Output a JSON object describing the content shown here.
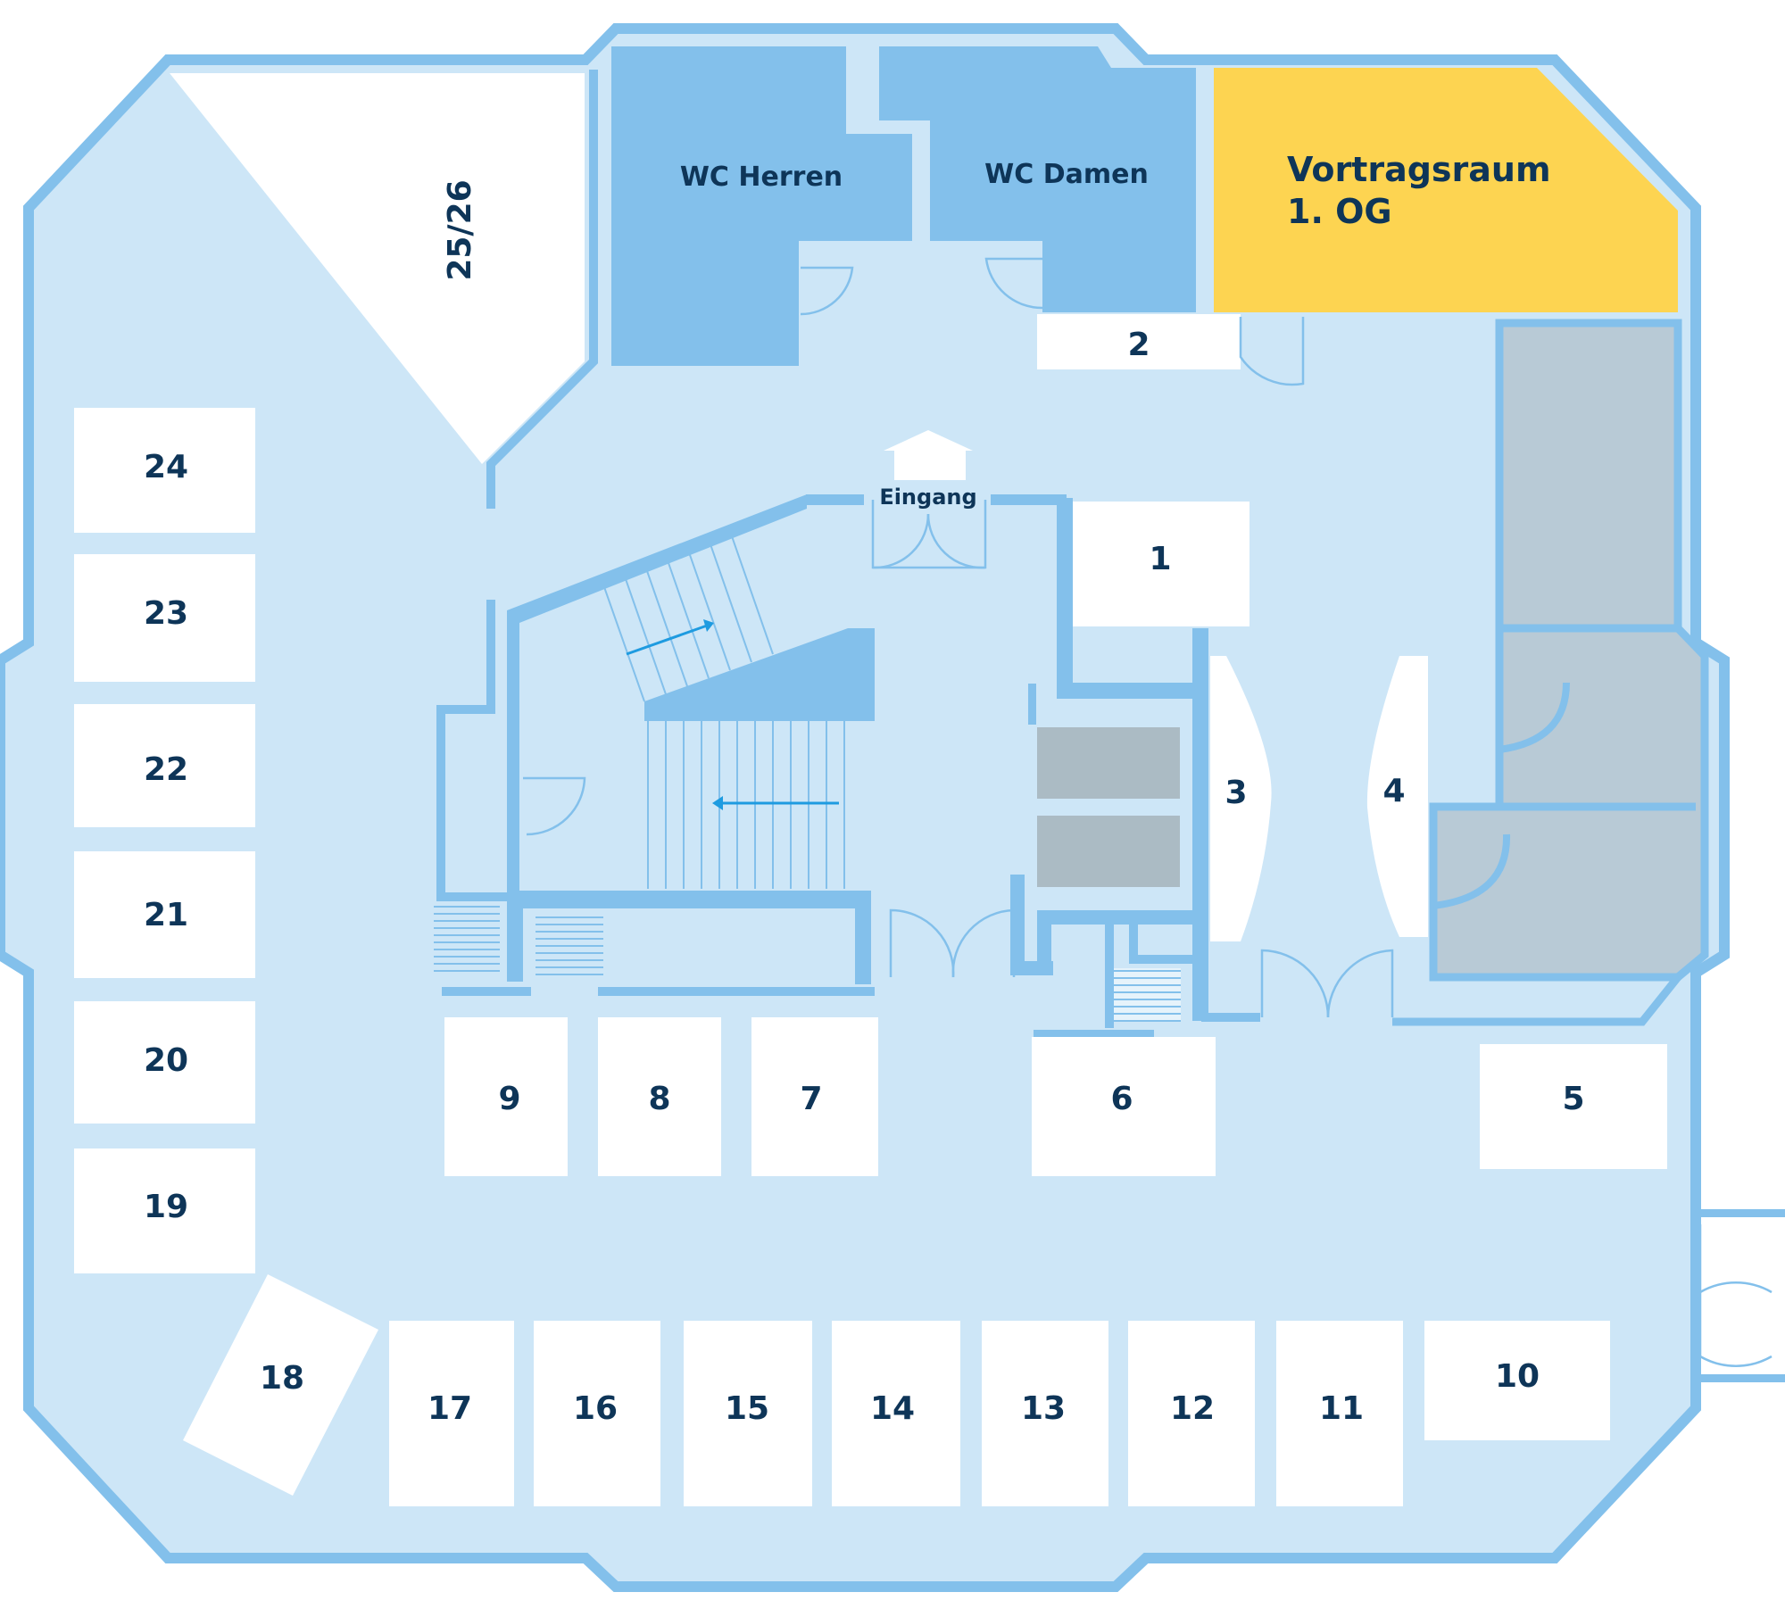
{
  "rooms": {
    "wc_herren": "WC Herren",
    "wc_damen": "WC Damen",
    "vortragsraum_line1": "Vortragsraum",
    "vortragsraum_line2": "1. OG",
    "eingang": "Eingang"
  },
  "booths": {
    "b1": "1",
    "b2": "2",
    "b3": "3",
    "b4": "4",
    "b5": "5",
    "b6": "6",
    "b7": "7",
    "b8": "8",
    "b9": "9",
    "b10": "10",
    "b11": "11",
    "b12": "12",
    "b13": "13",
    "b14": "14",
    "b15": "15",
    "b16": "16",
    "b17": "17",
    "b18": "18",
    "b19": "19",
    "b20": "20",
    "b21": "21",
    "b22": "22",
    "b23": "23",
    "b24": "24",
    "b2526": "25/26"
  },
  "colors": {
    "floor": "#cde6f7",
    "wall": "#83c0eb",
    "wc": "#83c0eb",
    "lecture_room": "#fdd451",
    "booth": "#ffffff",
    "service": "#b8cad6",
    "label": "#0e3558",
    "arrow": "#1e9be0"
  }
}
